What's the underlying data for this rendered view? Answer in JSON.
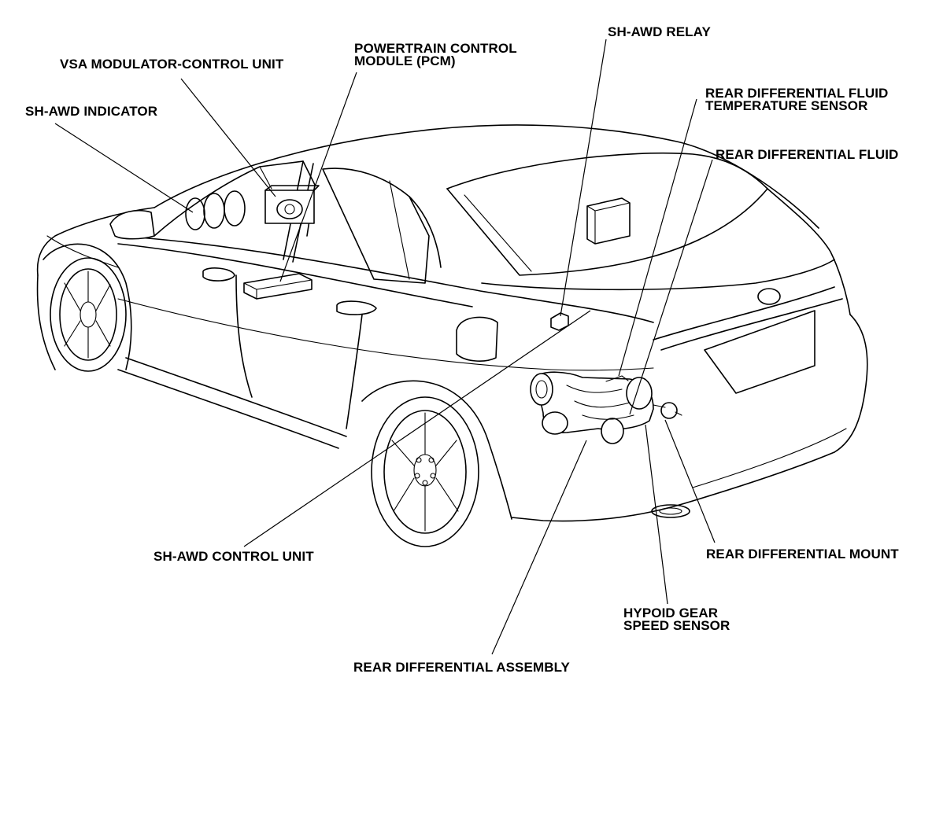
{
  "diagram": {
    "labels": {
      "sh_awd_relay": "SH-AWD RELAY",
      "pcm_line1": "POWERTRAIN CONTROL",
      "pcm_line2": "MODULE (PCM)",
      "vsa_modulator": "VSA MODULATOR-CONTROL UNIT",
      "sh_awd_indicator": "SH-AWD INDICATOR",
      "fluid_temp_line1": "REAR DIFFERENTIAL FLUID",
      "fluid_temp_line2": "TEMPERATURE SENSOR",
      "rear_diff_fluid": "REAR DIFFERENTIAL FLUID",
      "sh_awd_control_unit": "SH-AWD CONTROL UNIT",
      "rear_diff_mount": "REAR DIFFERENTIAL MOUNT",
      "hypoid_line1": "HYPOID GEAR",
      "hypoid_line2": "SPEED SENSOR",
      "rear_diff_assembly": "REAR DIFFERENTIAL ASSEMBLY"
    },
    "colors": {
      "ink": "#000000",
      "paper": "#ffffff"
    }
  }
}
